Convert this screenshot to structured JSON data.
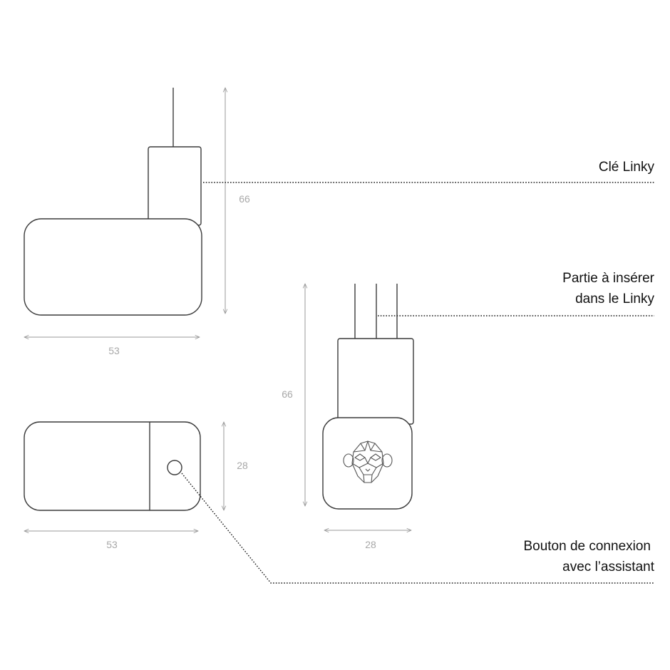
{
  "callouts": {
    "cle_linky": "Clé Linky",
    "partie_line1": "Partie à insérer",
    "partie_line2": "dans le Linky",
    "bouton_line1": "Bouton de connexion",
    "bouton_line2": "avec l’assistant"
  },
  "dimensions": {
    "front_height": "66",
    "front_width": "53",
    "top_height": "28",
    "top_width": "53",
    "side_height": "66",
    "side_width": "28"
  },
  "icons": {
    "logo": "monkey-head-icon"
  },
  "colors": {
    "outline": "#3a3a3a",
    "dimension_text": "#a8a8a8",
    "label_text": "#111111"
  }
}
